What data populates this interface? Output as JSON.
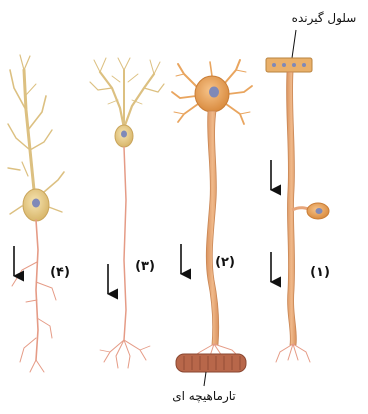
{
  "figure": {
    "labels": {
      "receptor_cell": "سلول گیرنده",
      "muscle_fiber": "تارماهیچه ای",
      "n1": "(۱)",
      "n2": "(۲)",
      "n3": "(۳)",
      "n4": "(۴)"
    },
    "colors": {
      "axon": "#e7a57a",
      "axon_stroke": "#c98654",
      "branch": "#e59b86",
      "soma_tan": "#e8cf92",
      "soma_orange": "#e9a55f",
      "dendrite_tan": "#dcc081",
      "nucleus": "#7f89b8",
      "muscle": "#b8674a",
      "arrow": "#111111"
    }
  }
}
